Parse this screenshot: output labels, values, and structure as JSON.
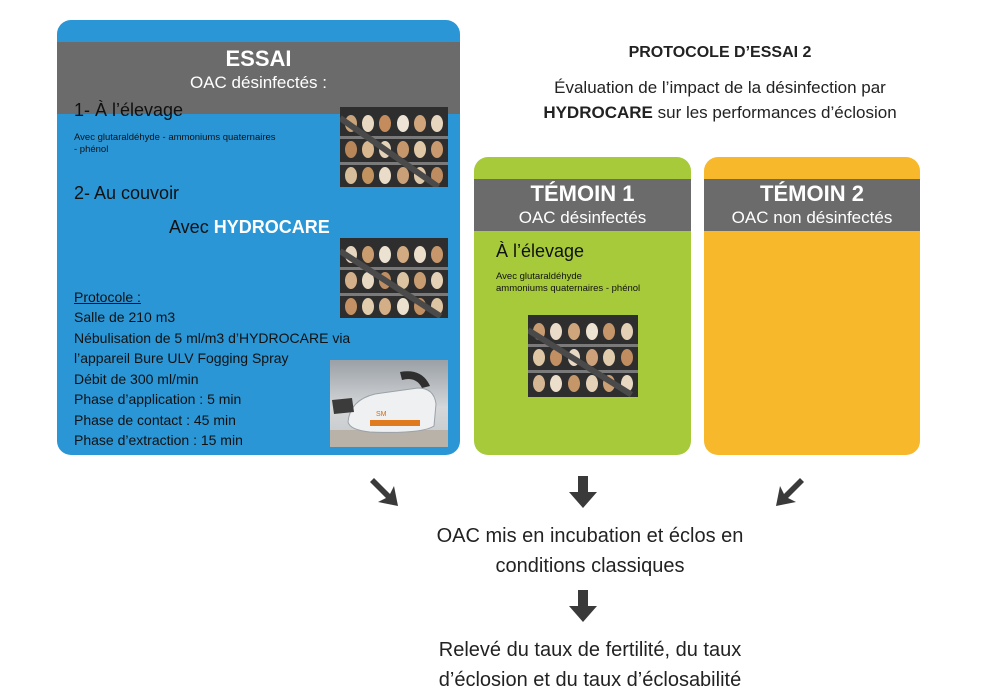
{
  "title": "PROTOCOLE D’ESSAI 2",
  "subtitle_pre": "Évaluation de l’impact de la désinfection par",
  "subtitle_bold": "HYDROCARE",
  "subtitle_post": "sur les performances d’éclosion",
  "essai": {
    "title": "ESSAI",
    "sub": "OAC désinfectés :",
    "step1": "1- À l’élevage",
    "step1_detail_line1": "Avec glutaraldéhyde - ammoniums quaternaires",
    "step1_detail_line2": "- phénol",
    "step2": "2- Au couvoir",
    "avec": "Avec",
    "hydrocare": "HYDROCARE",
    "protocole_label": "Protocole :",
    "protocole_lines": [
      "Salle de 210 m3",
      "Nébulisation de 5 ml/m3 d’HYDROCARE via",
      "l’appareil Bure ULV Fogging Spray",
      "Débit de 300 ml/min",
      "Phase d’application : 5 min",
      "Phase de contact : 45 min",
      "Phase d’extraction : 15 min"
    ]
  },
  "temoin1": {
    "title": "TÉMOIN 1",
    "sub": "OAC désinfectés",
    "step": "À l’élevage",
    "detail_line1": "Avec glutaraldéhyde",
    "detail_line2": "ammoniums quaternaires - phénol"
  },
  "temoin2": {
    "title": "TÉMOIN 2",
    "sub": "OAC non désinfectés"
  },
  "incubation_line1": "OAC mis en incubation et éclos en",
  "incubation_line2": "conditions classiques",
  "releve_line1": "Relevé du taux de fertilité, du taux",
  "releve_line2": "d’éclosion et du taux d’éclosabilité",
  "colors": {
    "essai": "#2a96d6",
    "temoin1": "#a6ca3a",
    "temoin2": "#f7b82b",
    "header": "#6b6b6b",
    "arrow": "#3a3a3a"
  }
}
